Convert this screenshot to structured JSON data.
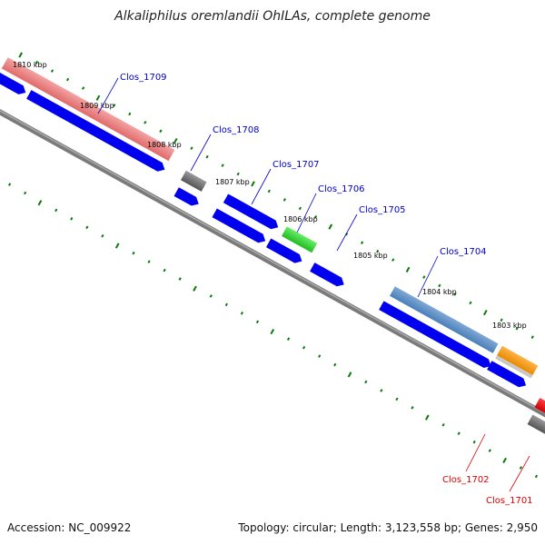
{
  "title": "Alkaliphilus oremlandii OhILAs, complete genome",
  "footer": {
    "accession": "Accession: NC_009922",
    "summary": "Topology: circular; Length: 3,123,558 bp; Genes: 2,950"
  },
  "colors": {
    "backbone": "#777777",
    "cds": "#0000ee",
    "tick": "#0a7a0a",
    "label_blue": "#0000cc",
    "label_red": "#dd0000"
  },
  "kbp_labels": [
    "1810 kbp",
    "1809 kbp",
    "1808 kbp",
    "1807 kbp",
    "1806 kbp",
    "1805 kbp",
    "1804 kbp",
    "1803 kbp"
  ],
  "gene_labels": {
    "clos_1709": "Clos_1709",
    "clos_1708": "Clos_1708",
    "clos_1707": "Clos_1707",
    "clos_1706": "Clos_1706",
    "clos_1705": "Clos_1705",
    "clos_1704": "Clos_1704",
    "clos_1702": "Clos_1702",
    "clos_1701": "Clos_1701"
  }
}
